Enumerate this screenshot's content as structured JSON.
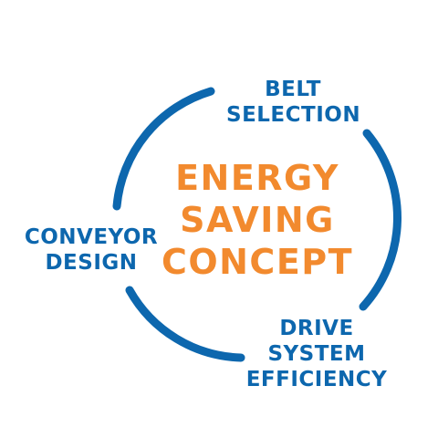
{
  "diagram": {
    "center_title": [
      "ENERGY",
      "SAVING",
      "CONCEPT"
    ],
    "nodes": [
      {
        "id": "belt-selection",
        "lines": [
          "BELT",
          "SELECTION"
        ]
      },
      {
        "id": "conveyor-design",
        "lines": [
          "CONVEYOR",
          "DESIGN"
        ]
      },
      {
        "id": "drive-system-efficiency",
        "lines": [
          "DRIVE",
          "SYSTEM",
          "EFFICIENCY"
        ]
      }
    ]
  },
  "colors": {
    "ring": "#0d67ae",
    "node_text": "#0d67ae",
    "center_text": "#f28a2e",
    "background": "#ffffff"
  }
}
